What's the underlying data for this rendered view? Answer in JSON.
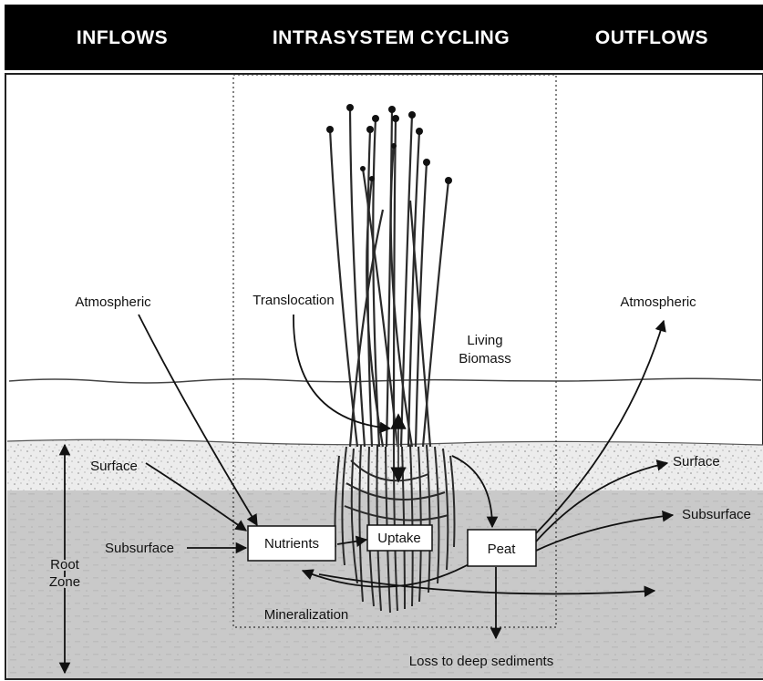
{
  "header": {
    "inflows": "INFLOWS",
    "intrasystem": "INTRASYSTEM CYCLING",
    "outflows": "OUTFLOWS"
  },
  "labels": {
    "atmospheric_in": "Atmospheric",
    "translocation": "Translocation",
    "living_biomass_1": "Living",
    "living_biomass_2": "Biomass",
    "atmospheric_out": "Atmospheric",
    "surface_in": "Surface",
    "surface_out": "Surface",
    "subsurface_in": "Subsurface",
    "subsurface_out": "Subsurface",
    "root_zone_1": "Root",
    "root_zone_2": "Zone",
    "mineralization": "Mineralization",
    "loss": "Loss to deep sediments"
  },
  "boxes": {
    "nutrients": "Nutrients",
    "uptake": "Uptake",
    "peat": "Peat"
  }
}
